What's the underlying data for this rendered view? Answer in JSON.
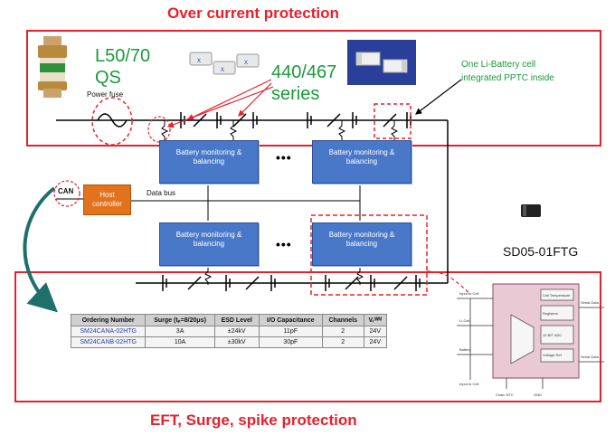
{
  "titles": {
    "top": "Over current  protection",
    "bottom": "EFT, Surge, spike protection"
  },
  "labels": {
    "l50_line1": "L50/70",
    "l50_line2": "QS",
    "power_fuse": "Power fuse",
    "series_line1": "440/467",
    "series_line2": "series",
    "liion_line1": "One Li-Battery cell",
    "liion_line2": "integrated PPTC inside",
    "can": "CAN",
    "host_line1": "Host",
    "host_line2": "controller",
    "data_bus": "Data bus",
    "sd05": "SD05-01FTG",
    "ellipsis": "•••"
  },
  "bm_box": {
    "line1": "Battery monitoring &",
    "line2": "balancing"
  },
  "table": {
    "headers": [
      "Ordering Number",
      "Surge (tₚ=8/20μs)",
      "ESD Level",
      "I/O Capacitance",
      "Channels",
      "Vᵣᵂᴹ"
    ],
    "rows": [
      [
        "SM24CANA-02HTG",
        "3A",
        "±24kV",
        "11pF",
        "2",
        "24V"
      ],
      [
        "SM24CANB-02HTG",
        "10A",
        "±30kV",
        "30pF",
        "2",
        "24V"
      ]
    ]
  },
  "colors": {
    "frame_red": "#e8202a",
    "label_green": "#1a9a3a",
    "box_blue": "#4a78c8",
    "host_orange": "#e2731c",
    "arrow_teal": "#1f6f6a"
  }
}
